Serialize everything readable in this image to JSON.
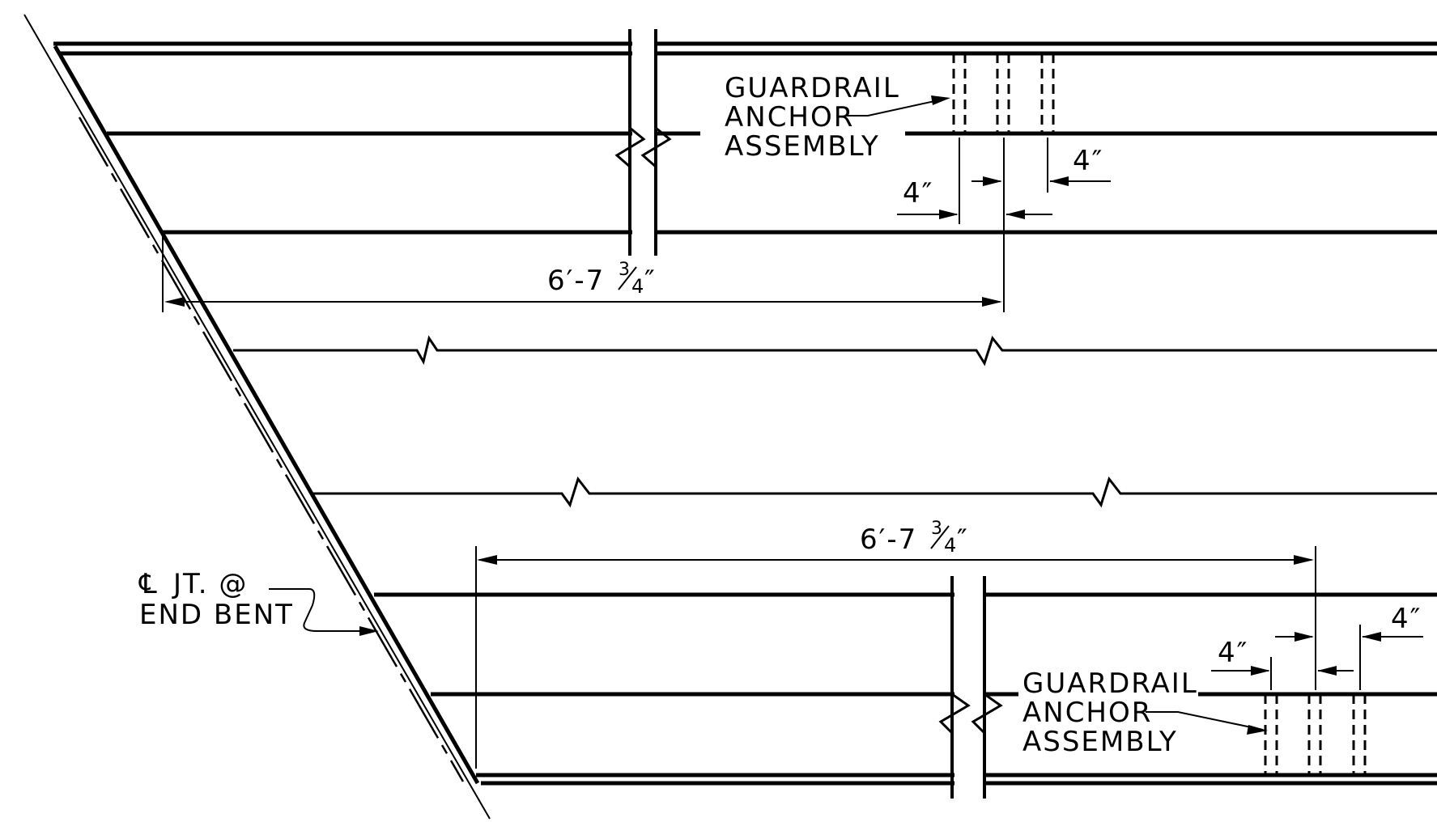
{
  "labels": {
    "anchor_top": [
      "GUARDRAIL",
      "ANCHOR",
      "ASSEMBLY"
    ],
    "anchor_bottom": [
      "GUARDRAIL",
      "ANCHOR",
      "ASSEMBLY"
    ],
    "centerline": [
      "JT. @",
      "END BENT"
    ],
    "centerline_symbol": "℄"
  },
  "dimensions": {
    "top_overall": {
      "feet": "6′-7",
      "num": "3",
      "den": "4",
      "inch": "″"
    },
    "bottom_overall": {
      "feet": "6′-7",
      "num": "3",
      "den": "4",
      "inch": "″"
    },
    "spacing": "4″"
  },
  "colors": {
    "ink": "#000000",
    "paper": "#ffffff"
  }
}
